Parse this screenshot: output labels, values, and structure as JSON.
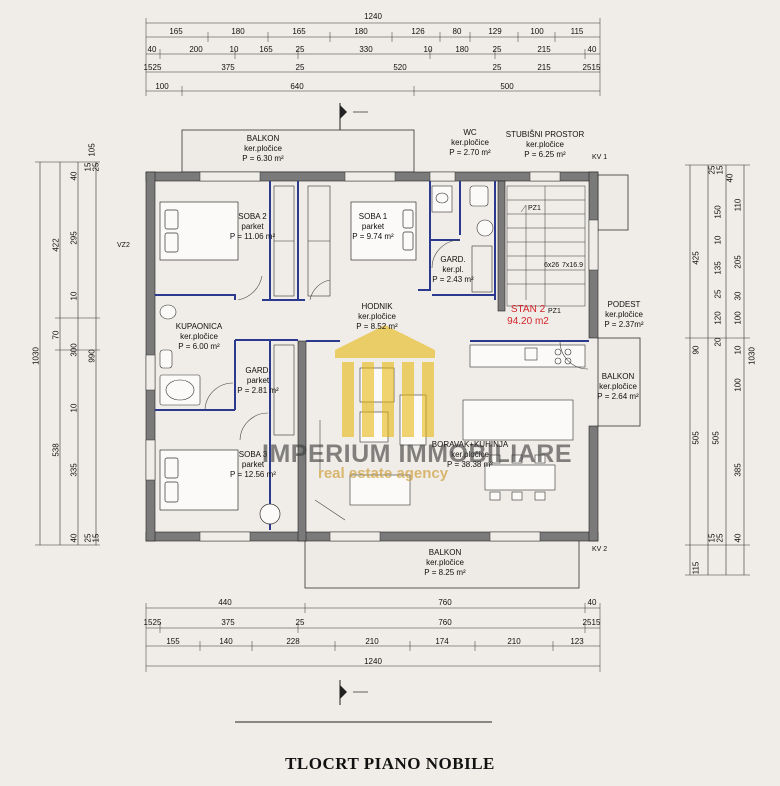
{
  "title": "TLOCRT PIANO NOBILE",
  "watermark": {
    "brand": "IMPERIUM IMMOBILIARE",
    "tagline": "real estate agency"
  },
  "dimensions_top": {
    "total": "1240",
    "row1": [
      "165",
      "180",
      "165",
      "180",
      "126",
      "80",
      "129",
      "100",
      "115"
    ],
    "row2": [
      "40",
      "200",
      "10",
      "165",
      "25",
      "330",
      "10",
      "180",
      "25",
      "215",
      "40"
    ],
    "row3": [
      "15",
      "25",
      "375",
      "25",
      "520",
      "25",
      "215",
      "25",
      "15"
    ],
    "row4": [
      "100",
      "640",
      "500"
    ]
  },
  "dimensions_bottom": {
    "row1": [
      "440",
      "760",
      "40"
    ],
    "row2": [
      "15",
      "25",
      "375",
      "25",
      "760",
      "25",
      "15"
    ],
    "row3": [
      "155",
      "140",
      "228",
      "210",
      "174",
      "210",
      "123"
    ],
    "total": "1240"
  },
  "dimensions_left": {
    "total": "1030",
    "outer": [
      "422",
      "70",
      "538"
    ],
    "inner": [
      "990"
    ],
    "detail": [
      "105",
      "40",
      "295",
      "10",
      "300",
      "10",
      "335",
      "40",
      "15",
      "25",
      "25",
      "15"
    ]
  },
  "dimensions_right": {
    "total": "1030",
    "outer": [
      "425",
      "90",
      "505",
      "115"
    ],
    "inner": [
      "505"
    ],
    "detail": [
      "25",
      "15",
      "40",
      "110",
      "150",
      "205",
      "135",
      "10",
      "25",
      "120",
      "100",
      "30",
      "20",
      "10",
      "100",
      "385",
      "40",
      "15",
      "25"
    ]
  },
  "rooms": {
    "balkon_top": {
      "name": "BALKON",
      "finish": "ker.pločice",
      "area": "P = 6.30 m²"
    },
    "wc": {
      "name": "WC",
      "finish": "ker.pločice",
      "area": "P = 2.70 m²"
    },
    "stubisni": {
      "name": "STUBIŠNI PROSTOR",
      "finish": "ker.pločice",
      "area": "P = 6.25 m²"
    },
    "soba2": {
      "name": "SOBA 2",
      "finish": "parket",
      "area": "P = 11.06 m²"
    },
    "soba1": {
      "name": "SOBA 1",
      "finish": "parket",
      "area": "P = 9.74 m²"
    },
    "gard1": {
      "name": "GARD.",
      "finish": "ker.pl.",
      "area": "P = 2.43 m²"
    },
    "hodnik": {
      "name": "HODNIK",
      "finish": "ker.pločice",
      "area": "P = 8.52 m²"
    },
    "kupaonica": {
      "name": "KUPAONICA",
      "finish": "ker.pločice",
      "area": "P = 6.00 m²"
    },
    "gard2": {
      "name": "GARD.",
      "finish": "parket",
      "area": "P = 2.81 m²"
    },
    "podest": {
      "name": "PODEST",
      "finish": "ker.pločice",
      "area": "P = 2.37m²"
    },
    "balkon_right": {
      "name": "BALKON",
      "finish": "ker.pločice",
      "area": "P = 2.64 m²"
    },
    "boravak": {
      "name": "BORAVAK+KUHINJA",
      "finish": "ker.pločice",
      "area": "P = 38.38 m²"
    },
    "soba3": {
      "name": "SOBA 3",
      "finish": "parket",
      "area": "P = 12.56 m²"
    },
    "balkon_bottom": {
      "name": "BALKON",
      "finish": "ker.pločice",
      "area": "P = 8.25 m²"
    }
  },
  "unit": {
    "name": "STAN 2",
    "area": "94.20 m2"
  },
  "tags": {
    "vz2": "VZ2",
    "kv1": "KV 1",
    "kv2": "KV 2",
    "pz1": "PZ1",
    "pz1b": "PZ1",
    "stairs_a": "6x26",
    "stairs_b": "7x16.9"
  },
  "colors": {
    "wall": "#7a7a7a",
    "wall_outline": "#222222",
    "partition": "#2b3a8f",
    "accent": "#d2232a",
    "watermark": "#e8b400"
  }
}
